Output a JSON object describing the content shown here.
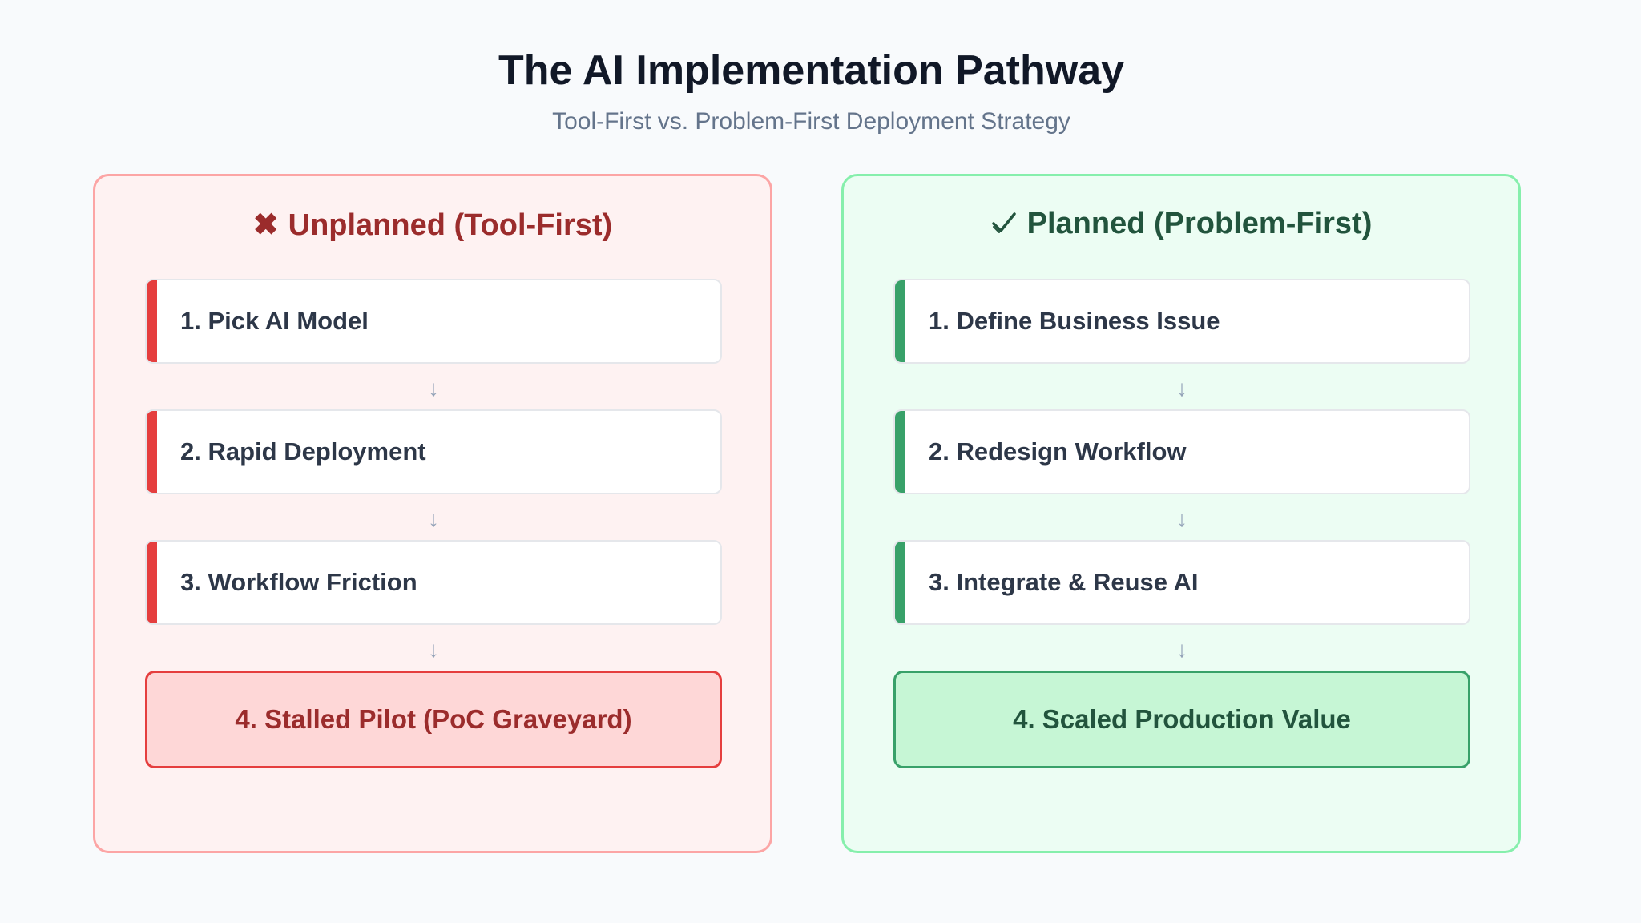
{
  "header": {
    "title": "The AI Implementation Pathway",
    "subtitle": "Tool-First vs. Problem-First Deployment Strategy"
  },
  "panels": [
    {
      "icon": "✖",
      "icon_name": "cross-mark-icon",
      "heading": "Unplanned (Tool-First)",
      "accent_color": "#e53e3e",
      "steps": [
        {
          "label": "1. Pick AI Model"
        },
        {
          "label": "2. Rapid Deployment"
        },
        {
          "label": "3. Workflow Friction"
        }
      ],
      "arrow": "↓",
      "outcome": "4. Stalled Pilot (PoC Graveyard)"
    },
    {
      "icon": "✅",
      "icon_name": "check-mark-icon",
      "heading": "Planned (Problem-First)",
      "accent_color": "#38a169",
      "steps": [
        {
          "label": "1. Define Business Issue"
        },
        {
          "label": "2. Redesign Workflow"
        },
        {
          "label": "3. Integrate & Reuse AI"
        }
      ],
      "arrow": "↓",
      "outcome": "4. Scaled Production Value"
    }
  ]
}
